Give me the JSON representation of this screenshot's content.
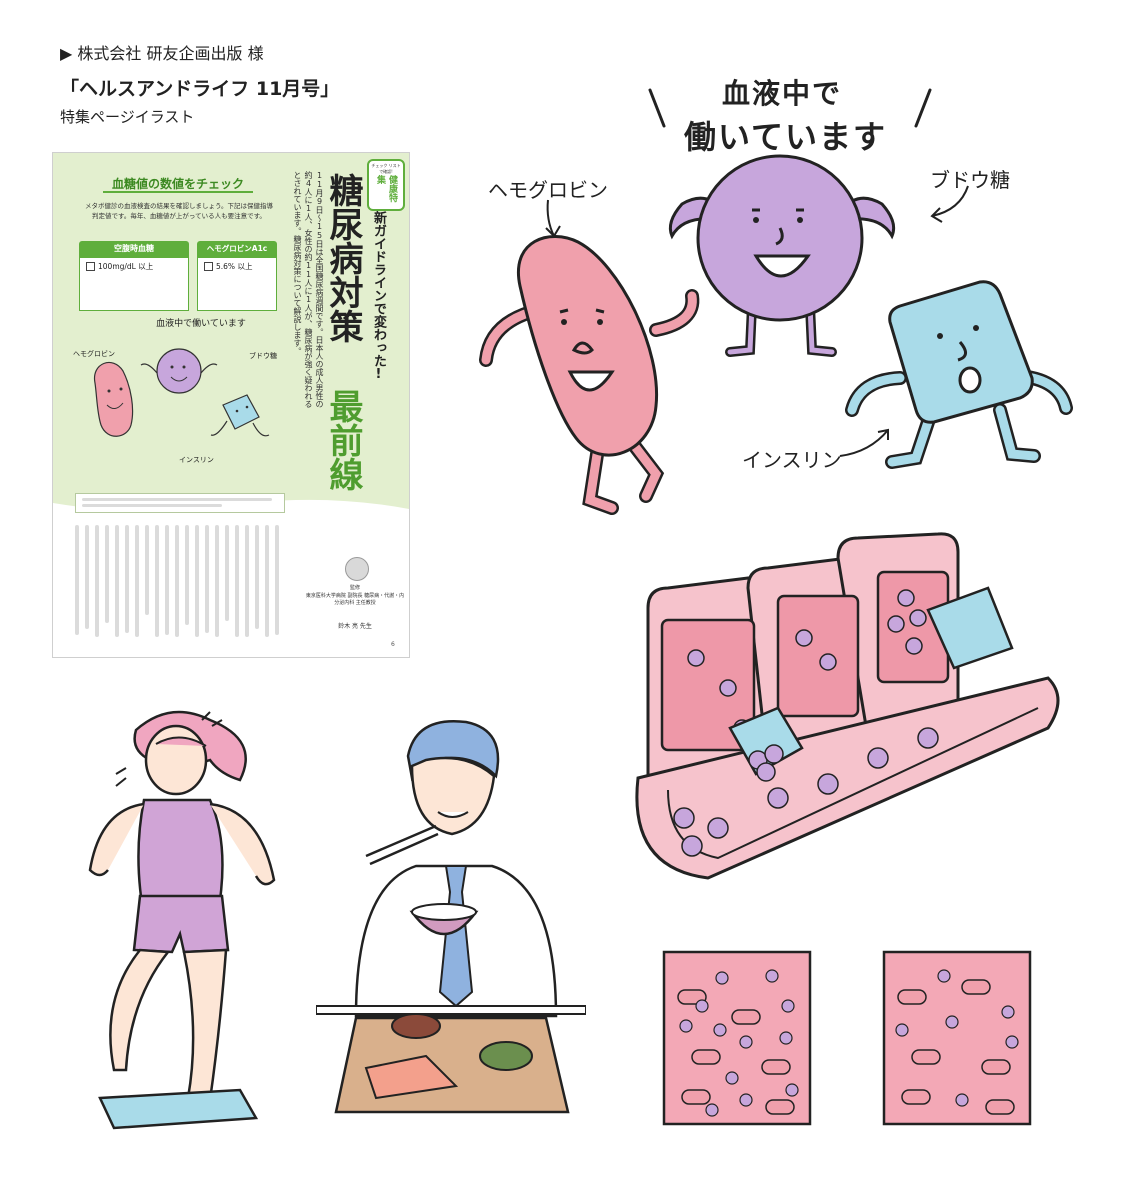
{
  "header": {
    "client": "▶ 株式会社 研友企画出版 様",
    "title": "「ヘルスアンドライフ 11月号」",
    "subtitle": "特集ページイラスト"
  },
  "magazine": {
    "badge_top": "チェック リストで確認!",
    "badge_main": "健康特集",
    "subhead": "新ガイドラインで変わった!",
    "headline": "糖尿病対策",
    "headline_accent": "最前線",
    "intro_text": "11月9日〜15日は全国糖尿病週間です。日本人の成人男性の約4人に1人、女性の約11人に1人が、糖尿病が強く疑われるとされています。糖尿病対策について解説します。",
    "check_title": "血糖値の数値をチェック",
    "check_body": "メタボ健診の血液検査の結果を確認しましょう。下記は保健指導判定値です。毎年、血糖値が上がっている人も要注意です。",
    "box1_title": "空腹時血糖",
    "box1_value": "100mg/dL 以上",
    "box2_title": "ヘモグロビンA1c",
    "box2_value": "5.6% 以上",
    "illus_caption": "血液中で働いています",
    "lbl_hemo": "ヘモグロビン",
    "lbl_glucose": "ブドウ糖",
    "lbl_insulin": "インスリン",
    "supervisor_role": "監修",
    "supervisor_org": "東京医科大学病院 副院長 糖尿病・代謝・内分泌内科 主任教授",
    "supervisor_name": "鈴木 亮 先生",
    "page_no": "6"
  },
  "main_illustration": {
    "caption_line1": "血液中で",
    "caption_line2": "働いています",
    "label_hemoglobin": "ヘモグロビン",
    "label_glucose": "ブドウ糖",
    "label_insulin": "インスリン"
  },
  "colors": {
    "page_green": "#e3efcf",
    "accent_green": "#5fae3c",
    "hemoglobin_pink": "#f0a0ac",
    "glucose_purple": "#c7a6dc",
    "insulin_blue": "#a9dbe9",
    "vessel_pink": "#f6c3cc",
    "hair_blue": "#8fb2df",
    "hair_pink": "#f0a6c0"
  }
}
